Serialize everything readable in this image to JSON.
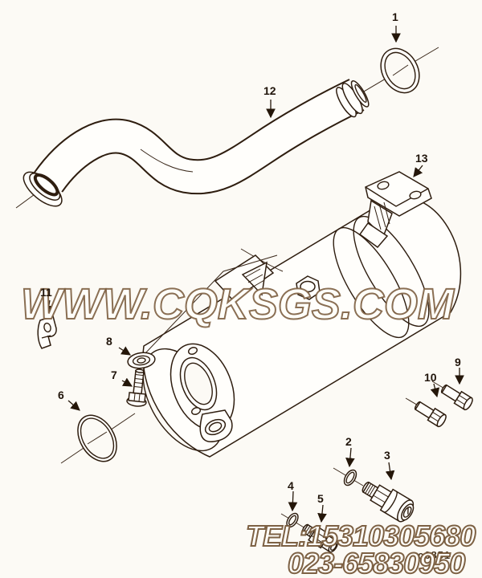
{
  "diagram": {
    "watermark": "WWW.CQKSGS.COM",
    "contact": {
      "line1": "TEL:15310305680",
      "line2": "023-65830950"
    },
    "stamp": "c6851",
    "callouts": {
      "n1": "1",
      "n2": "2",
      "n3": "3",
      "n4": "4",
      "n5": "5",
      "n6": "6",
      "n7": "7",
      "n8": "8",
      "n9": "9",
      "n10": "10",
      "n11": "11",
      "n12": "12",
      "n13": "13"
    },
    "colors": {
      "line": "#2e1d0f",
      "outline_text_stroke": "#7d5f41",
      "background": "#fcfaf5"
    }
  }
}
